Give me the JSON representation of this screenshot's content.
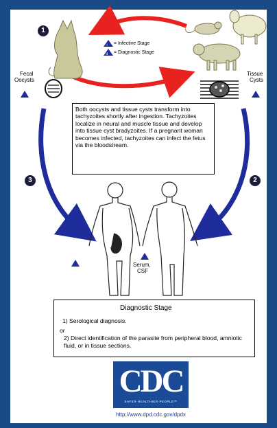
{
  "legend": {
    "infective": "= Infective Stage",
    "diagnostic": "= Diagnostic Stage"
  },
  "steps": [
    "1",
    "2",
    "3"
  ],
  "labels": {
    "fecal_oocysts": [
      "Fecal",
      "Oocysts"
    ],
    "tissue_cysts": [
      "Tissue",
      "Cysts"
    ],
    "serum_csf": [
      "Serum,",
      "CSF"
    ]
  },
  "info_box": "Both oocysts and tissue cysts transform into tachyzoites shortly after ingestion. Tachyzoites localize in neural and muscle tissue and develop into tissue cyst bradyzoites. If a pregnant woman becomes infected, tachyzoites can infect the fetus via the bloodstream.",
  "diagnostic_box": {
    "title": "Diagnostic Stage",
    "line1": "1) Serological diagnosis.",
    "or": "or",
    "line2": "2) Direct identification of the parasite from peripheral blood, amniotic fluid, or in tissue sections."
  },
  "logo": {
    "text": "CDC",
    "tagline": "SAFER·HEALTHIER·PEOPLE™"
  },
  "url": "http://www.dpd.cdc.gov/dpdx",
  "colors": {
    "frame": "#1a4b86",
    "arrow_red": "#e8231f",
    "arrow_blue": "#1f2c9c",
    "cdc_blue": "#1b4b97"
  }
}
